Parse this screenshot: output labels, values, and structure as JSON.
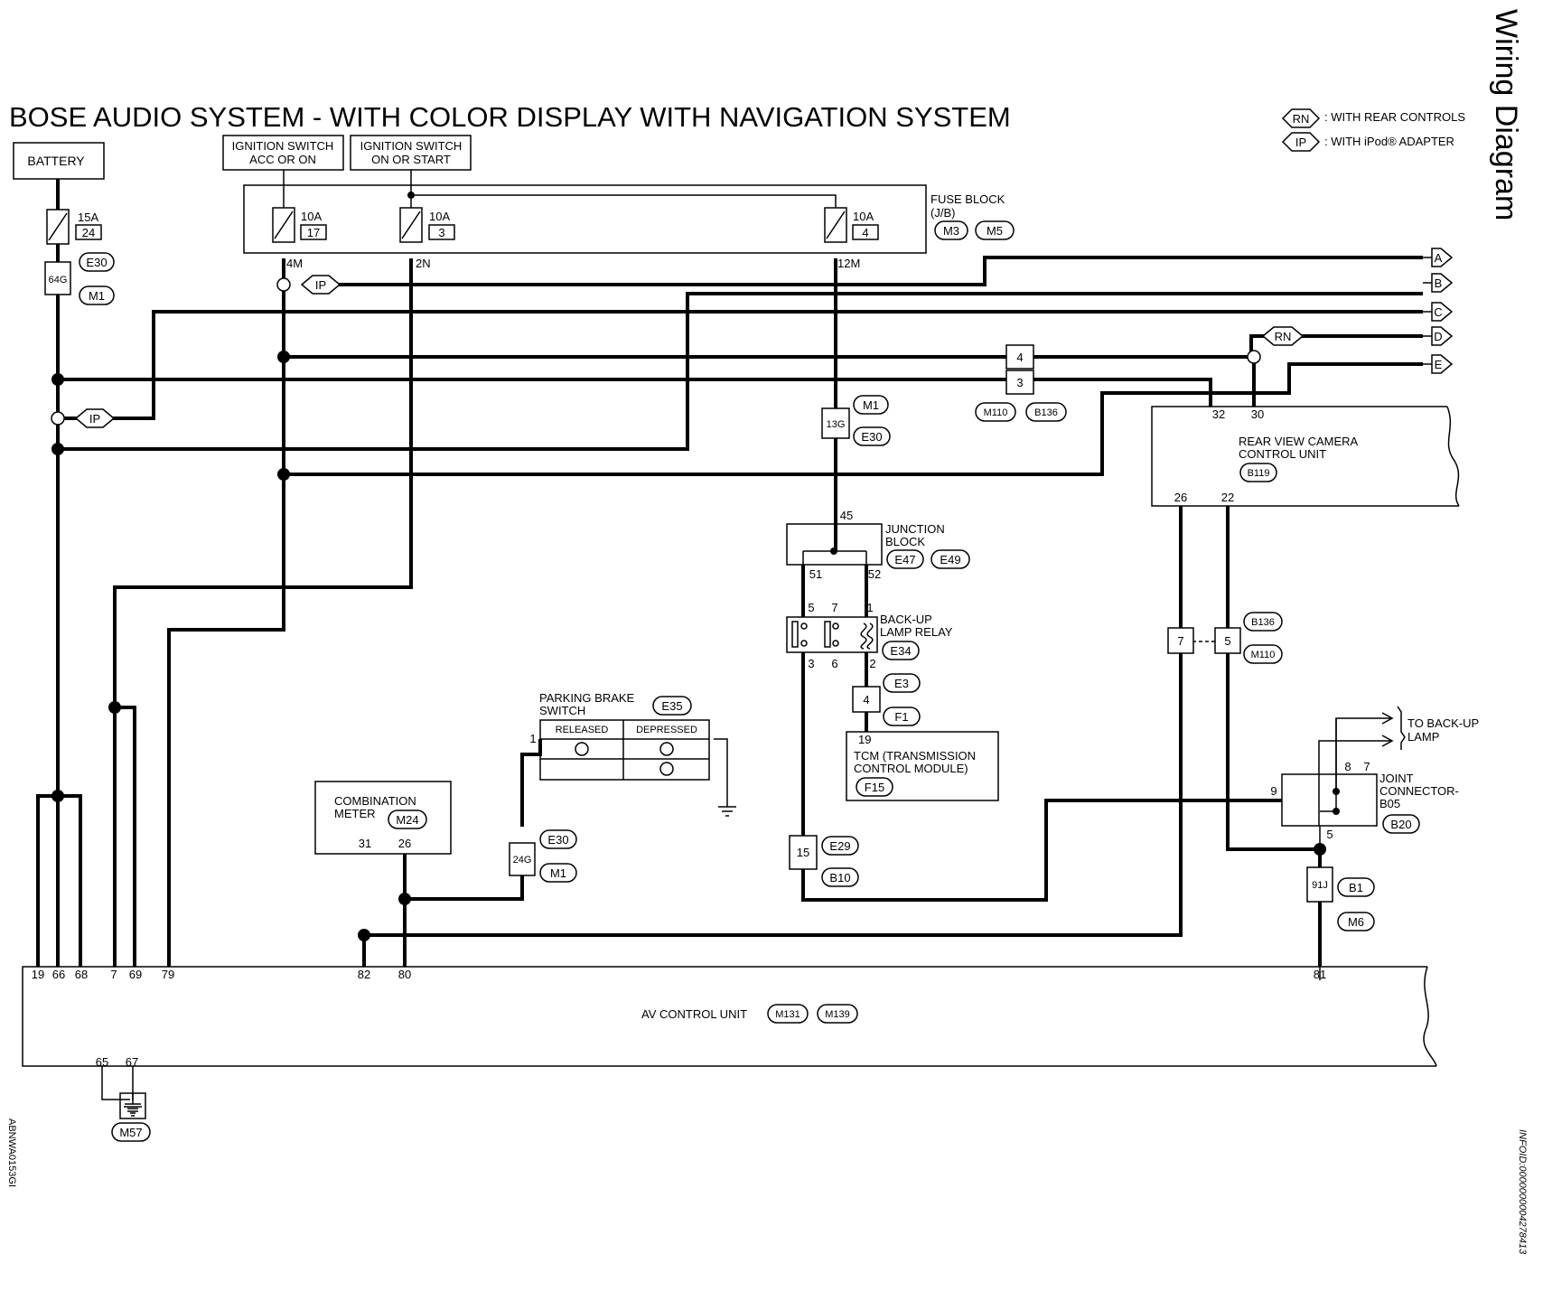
{
  "header": {
    "title": "BOSE AUDIO SYSTEM - WITH COLOR DISPLAY WITH NAVIGATION SYSTEM",
    "side_title": "Wiring Diagram",
    "code_left": "ABNWA0153GI",
    "code_right": "INFOID:0000000004278413"
  },
  "legend": {
    "rn_tag": "RN",
    "rn_text": ": WITH REAR CONTROLS",
    "ip_tag": "IP",
    "ip_text": ": WITH iPod® ADAPTER"
  },
  "power": {
    "battery": "BATTERY",
    "ign_acc_1": "IGNITION SWITCH",
    "ign_acc_2": "ACC OR ON",
    "ign_on_1": "IGNITION SWITCH",
    "ign_on_2": "ON OR START"
  },
  "fuses": {
    "f15a_amp": "15A",
    "f15a_no": "24",
    "fa_amp": "10A",
    "fa_no": "17",
    "fb_amp": "10A",
    "fb_no": "3",
    "fc_amp": "10A",
    "fc_no": "4"
  },
  "fuse_block": {
    "label_1": "FUSE BLOCK",
    "label_2": "(J/B)",
    "c1": "M3",
    "c2": "M5",
    "pin_4m": "4M",
    "pin_2n": "2N",
    "pin_12m": "12M"
  },
  "connectors": {
    "c64g": "64G",
    "e30_a": "E30",
    "m1_a": "M1",
    "ip_tag": "IP",
    "c13g": "13G",
    "m1_b": "M1",
    "e30_b": "E30",
    "c24g": "24G",
    "e30_c": "E30",
    "m1_c": "M1",
    "c15": "15",
    "e29": "E29",
    "b10": "B10",
    "c91j": "91J",
    "b1": "B1",
    "m6": "M6",
    "c4": "4",
    "c3": "3",
    "m110_a": "M110",
    "b136_a": "B136",
    "c7": "7",
    "c5": "5",
    "b136_b": "B136",
    "m110_b": "M110",
    "tcm_c4": "4",
    "e3": "E3",
    "f1": "F1"
  },
  "offpage": {
    "a": "A",
    "b": "B",
    "c": "C",
    "d": "D",
    "e": "E"
  },
  "rear_camera": {
    "line_1": "REAR VIEW CAMERA",
    "line_2": "CONTROL UNIT",
    "conn": "B119",
    "pin_32": "32",
    "pin_30": "30",
    "pin_26": "26",
    "pin_22": "22"
  },
  "junction": {
    "line_1": "JUNCTION",
    "line_2": "BLOCK",
    "c1": "E47",
    "c2": "E49",
    "pin_45": "45",
    "pin_51": "51",
    "pin_52": "52"
  },
  "relay": {
    "line_1": "BACK-UP",
    "line_2": "LAMP RELAY",
    "conn": "E34",
    "p5": "5",
    "p7": "7",
    "p1": "1",
    "p3": "3",
    "p6": "6",
    "p2": "2"
  },
  "tcm": {
    "pin": "19",
    "line_1": "TCM (TRANSMISSION",
    "line_2": "CONTROL MODULE)",
    "conn": "F15"
  },
  "parking_brake": {
    "line_1": "PARKING BRAKE",
    "line_2": "SWITCH",
    "conn": "E35",
    "released": "RELEASED",
    "depressed": "DEPRESSED",
    "pin": "1"
  },
  "combination_meter": {
    "line_1": "COMBINATION",
    "line_2": "METER",
    "conn": "M24",
    "pin_31": "31",
    "pin_26": "26"
  },
  "joint_connector": {
    "line_1": "JOINT",
    "line_2": "CONNECTOR-",
    "line_3": "B05",
    "conn": "B20",
    "pin_9": "9",
    "pin_8": "8",
    "pin_7": "7",
    "pin_5": "5",
    "to_1": "TO BACK-UP",
    "to_2": "LAMP"
  },
  "av_unit": {
    "label": "AV CONTROL UNIT",
    "c1": "M131",
    "c2": "M139",
    "pins": [
      "19",
      "66",
      "68",
      "7",
      "69",
      "79",
      "82",
      "80",
      "81"
    ],
    "pin_65": "65",
    "pin_67": "67",
    "ground": "M57"
  }
}
